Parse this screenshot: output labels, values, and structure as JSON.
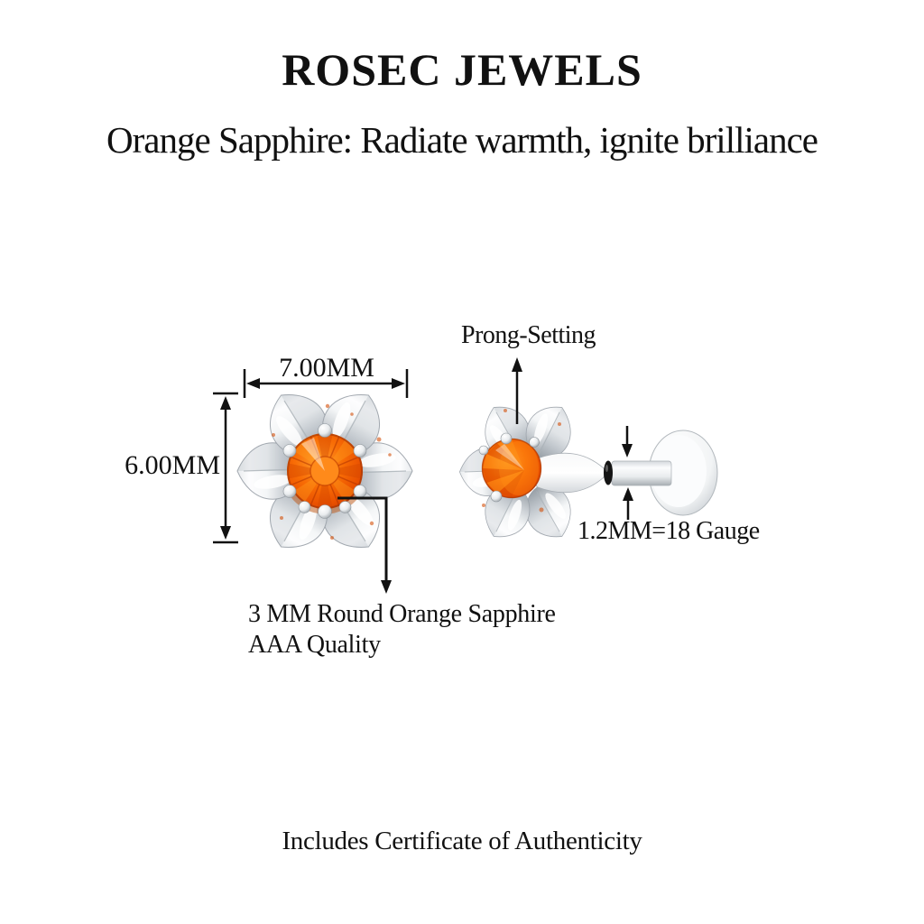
{
  "header": {
    "brand": "ROSEC JEWELS",
    "tagline": "Orange Sapphire: Radiate warmth, ignite brilliance"
  },
  "diagram": {
    "width_dimension": "7.00MM",
    "height_dimension": "6.00MM",
    "prong_setting_label": "Prong-Setting",
    "post_gauge_label": "1.2MM=18 Gauge",
    "stone_note_line1": "3 MM Round Orange Sapphire",
    "stone_note_line2": "AAA Quality"
  },
  "footer": {
    "note": "Includes Certificate of Authenticity"
  },
  "colors": {
    "background": "#ffffff",
    "line_color": "#111111",
    "gem_bright": "#ff9c2a",
    "gem_core": "#f86c05",
    "gem_mid": "#e84f00",
    "gem_deep": "#c63b00",
    "metal_white": "#fdfdfe",
    "metal_light": "#e9ecee",
    "metal_mid": "#c9ced3",
    "metal_dark": "#9aa1a7"
  }
}
